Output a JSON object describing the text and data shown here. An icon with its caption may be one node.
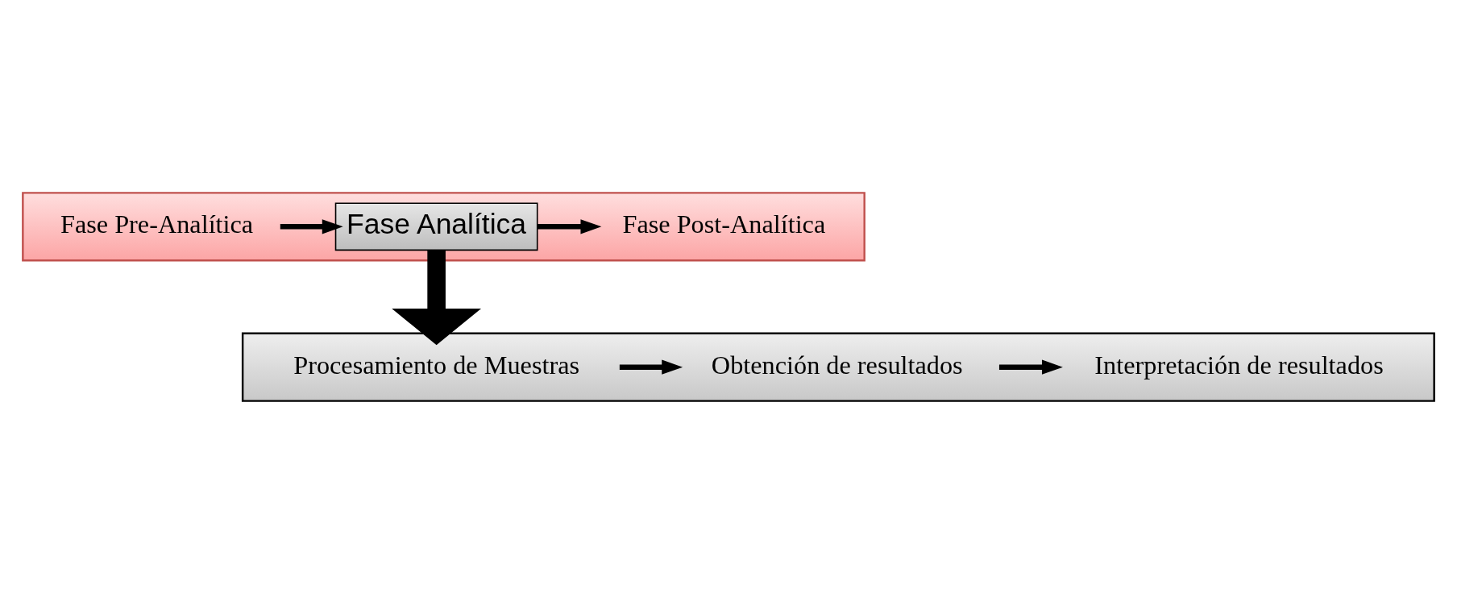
{
  "diagram": {
    "nodes": [
      {
        "text": [],
        "shape": "arrow"
      },
      {
        "text": [
          "Fase Pre-Analítica"
        ],
        "in": 0
      },
      {
        "text": [
          "Fase Analítica"
        ],
        "in": 0
      },
      {
        "text": [
          "Fase Post-Analítica"
        ],
        "in": 0
      },
      {
        "text": [],
        "shape": "box"
      },
      {
        "text": [
          "Procesamiento de Muestras"
        ],
        "in": 4
      },
      {
        "text": [
          "Obtención de resultados"
        ],
        "in": 4
      },
      {
        "text": [
          "Interpretación de resultados"
        ],
        "in": 4
      }
    ],
    "edges": [
      {
        "from": 1,
        "to": 2,
        "arrow": "to"
      },
      {
        "from": 2,
        "to": 3,
        "arrow": "to"
      },
      {
        "from": 2,
        "to": 4,
        "arrow": "to",
        "style": "thick"
      },
      {
        "from": 5,
        "to": 6,
        "arrow": "to"
      },
      {
        "from": 6,
        "to": 7,
        "arrow": "to"
      }
    ]
  }
}
